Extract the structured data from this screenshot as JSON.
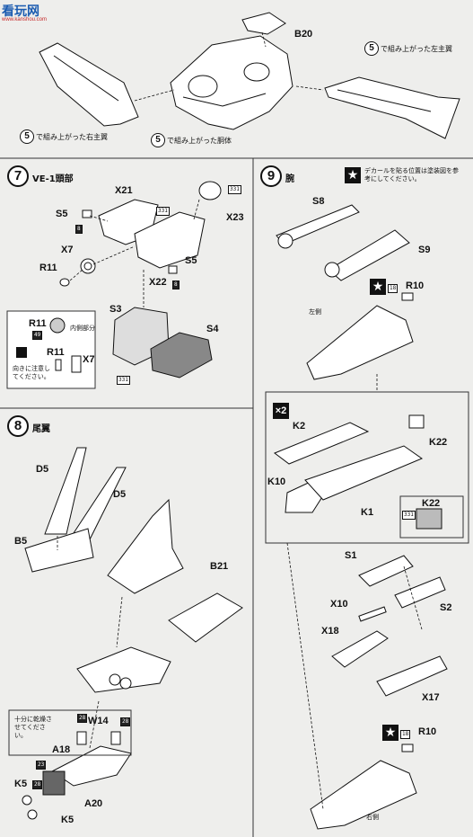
{
  "watermark": {
    "logo": "看玩网",
    "url": "www.kanshou.com"
  },
  "top": {
    "b20": "B20",
    "cap_left_wing": "で組み上がった左主翼",
    "cap_right_wing": "で組み上がった右主翼",
    "cap_fuselage": "で組み上がった胴体",
    "step_ref": "5"
  },
  "step7": {
    "number": "7",
    "title": "VE-1頭部",
    "labels": [
      "X21",
      "S5",
      "X7",
      "R11",
      "X22",
      "S5",
      "X23",
      "S3",
      "S4"
    ],
    "tags": [
      "331",
      "8",
      "331",
      "8",
      "331"
    ],
    "detail": {
      "r11": "R11",
      "r11_tag": "49",
      "inner": "内側部分",
      "r11b": "R11",
      "x7": "X7",
      "note": "向きに注意してください。"
    }
  },
  "step8": {
    "number": "8",
    "title": "尾翼",
    "labels": [
      "D5",
      "D5",
      "B5",
      "B21",
      "W14",
      "A18",
      "K5",
      "A20",
      "K5"
    ],
    "tags": [
      "28",
      "28",
      "23",
      "28"
    ],
    "note": "十分に乾燥させてください。"
  },
  "step9": {
    "number": "9",
    "title": "腕",
    "decal_note": "デカールを貼る位置は塗装図を参考にしてください。",
    "labels": [
      "S8",
      "S9",
      "R10",
      "S1",
      "X10",
      "S2",
      "X18",
      "X17",
      "R10"
    ],
    "left_side": "左側",
    "right_side": "右側",
    "tags": [
      "18",
      "18"
    ],
    "x2": {
      "mark": "×2",
      "labels": [
        "K2",
        "K22",
        "K10",
        "K1",
        "K22"
      ],
      "tag": "331"
    }
  }
}
